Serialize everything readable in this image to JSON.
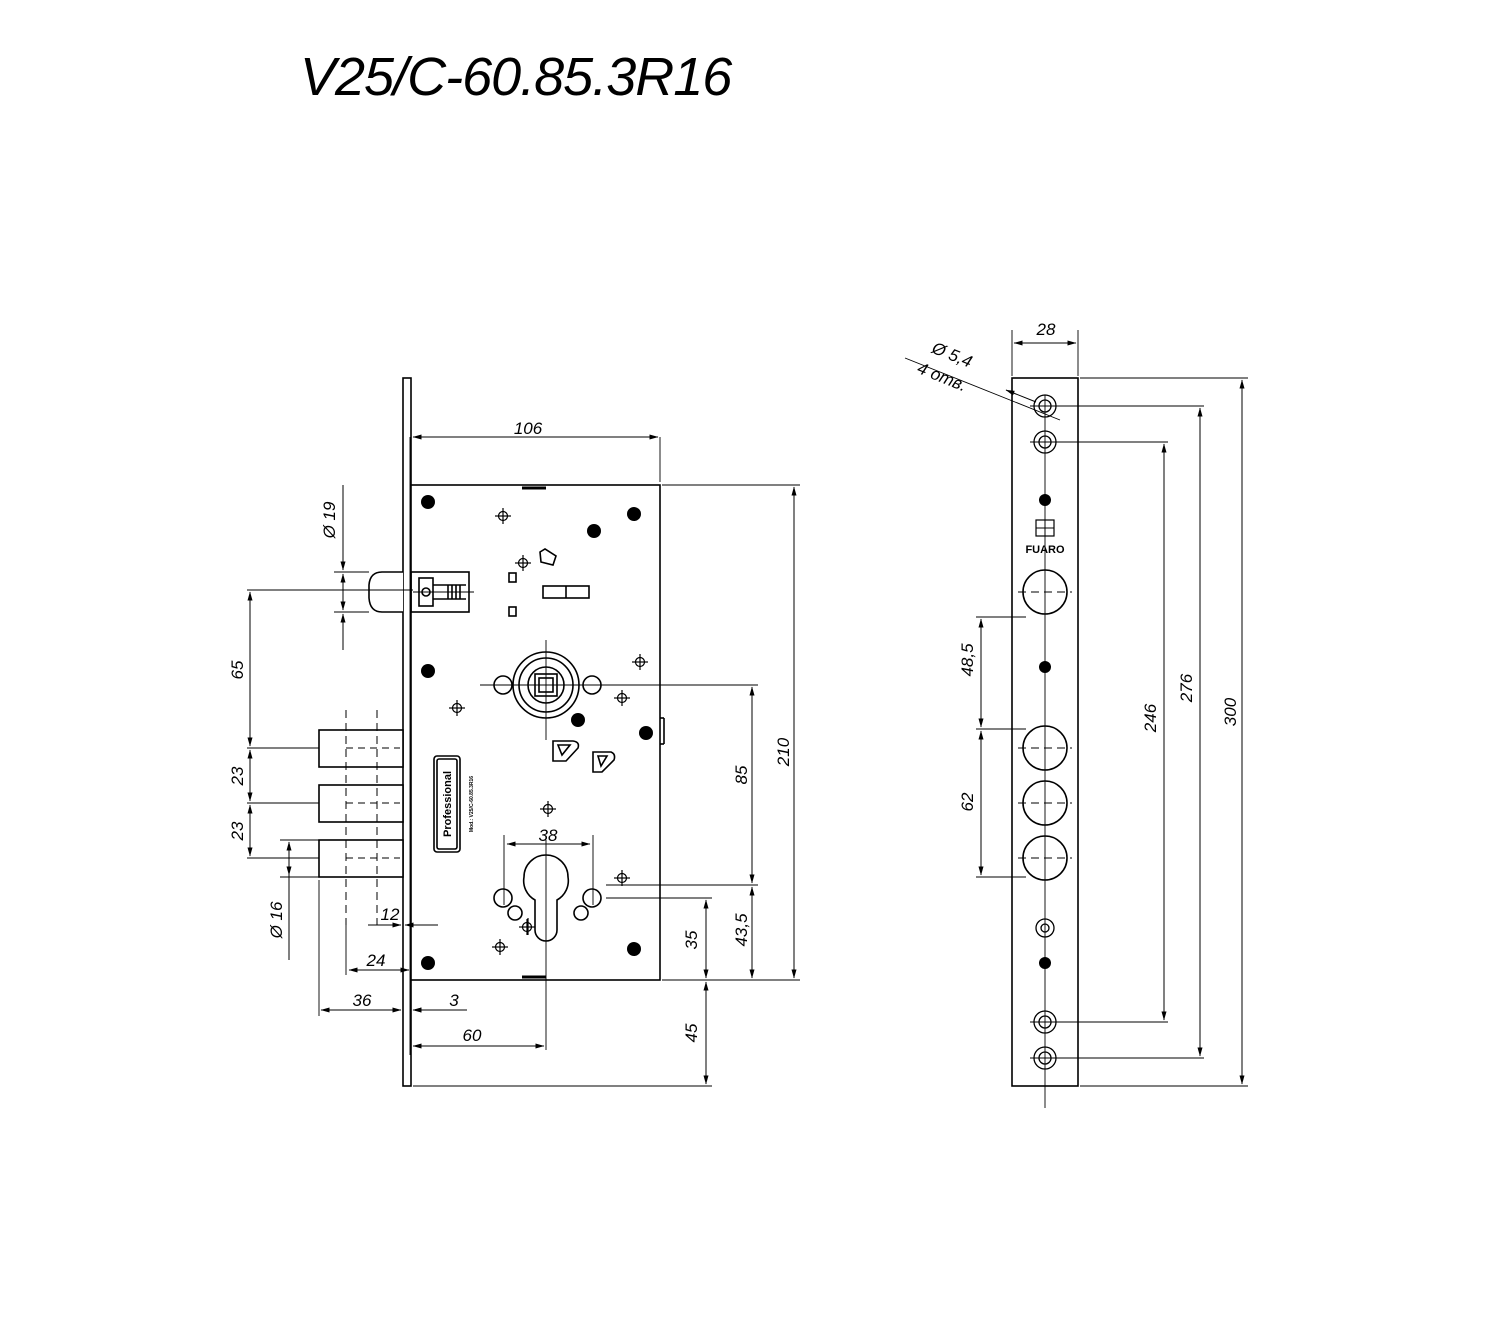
{
  "title": "V25/C-60.85.3R16",
  "front_view": {
    "plate_label": "Professional",
    "model_label": "Mod.: V25/C-60.85.3R16",
    "dimensions": {
      "case_width": "106",
      "latch_diameter": "Ø 19",
      "latch_offset": "65",
      "bolt_pitch_1": "23",
      "bolt_pitch_2": "23",
      "bolt_diameter": "Ø 16",
      "bolt_offset": "12",
      "bolt_throw": "24",
      "bolt_length": "36",
      "faceplate_thickness": "3",
      "backset": "60",
      "cylinder_holes": "38",
      "case_height": "210",
      "handle_to_cylinder": "85",
      "cylinder_to_bottom": "43,5",
      "cylinder_height": "35",
      "faceplate_overhang": "45"
    }
  },
  "side_view": {
    "brand_label": "FUARO",
    "hole_diameter": "Ø 5,4",
    "hole_count": "4 отв.",
    "dimensions": {
      "faceplate_width": "28",
      "latch_to_bolt": "48,5",
      "bolt_span": "62",
      "inner_holes": "246",
      "outer_holes": "276",
      "faceplate_height": "300"
    }
  }
}
